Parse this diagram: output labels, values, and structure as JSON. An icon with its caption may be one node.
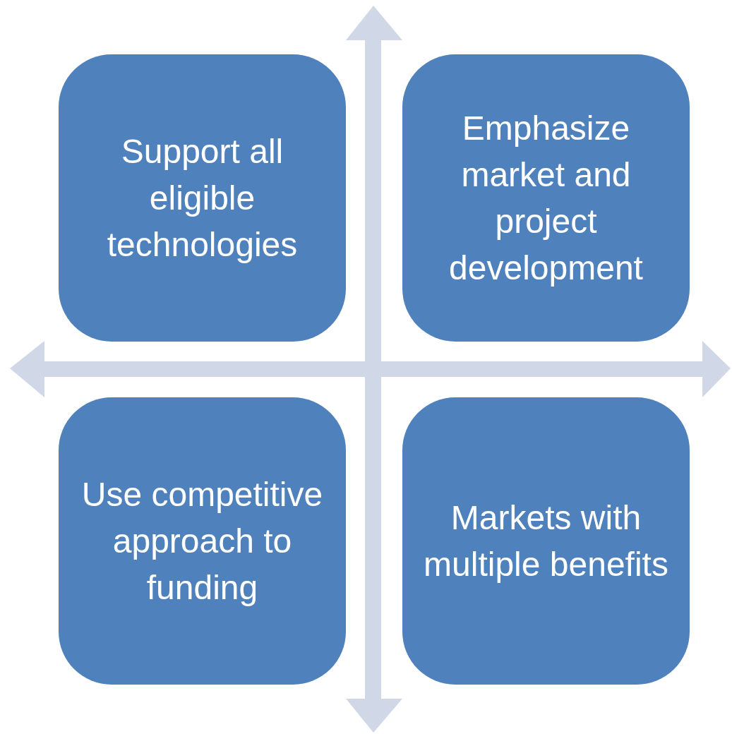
{
  "diagram": {
    "nodes": [
      {
        "text": [
          "Support all eligible technologies"
        ]
      },
      {
        "text": [
          "Emphasize market and project development"
        ]
      },
      {
        "text": [
          "Use competitive approach to funding"
        ]
      },
      {
        "text": [
          "Markets with multiple benefits"
        ]
      }
    ]
  }
}
